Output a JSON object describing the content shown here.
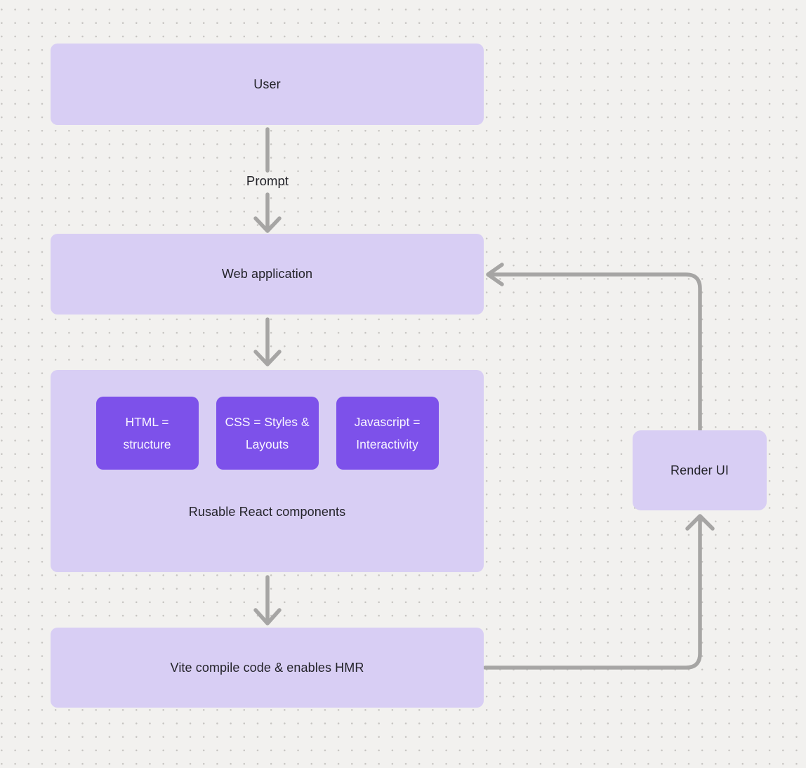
{
  "diagram": {
    "nodes": {
      "user": {
        "label": "User"
      },
      "web_application": {
        "label": "Web application"
      },
      "html": {
        "label": "HTML = structure"
      },
      "css": {
        "label": "CSS = Styles & Layouts"
      },
      "javascript": {
        "label": "Javascript = Interactivity"
      },
      "components_group": {
        "label": "Rusable React components"
      },
      "vite": {
        "label": "Vite compile code & enables HMR"
      },
      "render_ui": {
        "label": "Render UI"
      }
    },
    "edges": {
      "user_to_webapp": {
        "label": "Prompt"
      },
      "webapp_to_components": {
        "label": ""
      },
      "components_to_vite": {
        "label": ""
      },
      "vite_to_renderui": {
        "label": ""
      },
      "renderui_to_webapp": {
        "label": ""
      }
    },
    "colors": {
      "background": "#f2f1ef",
      "grid_dot": "#c6c4c1",
      "node_fill": "#d8cef4",
      "inner_node_fill": "#7d51ea",
      "arrow": "#a6a5a4",
      "node_text": "#232329",
      "inner_node_text": "#f8f5ff"
    }
  }
}
